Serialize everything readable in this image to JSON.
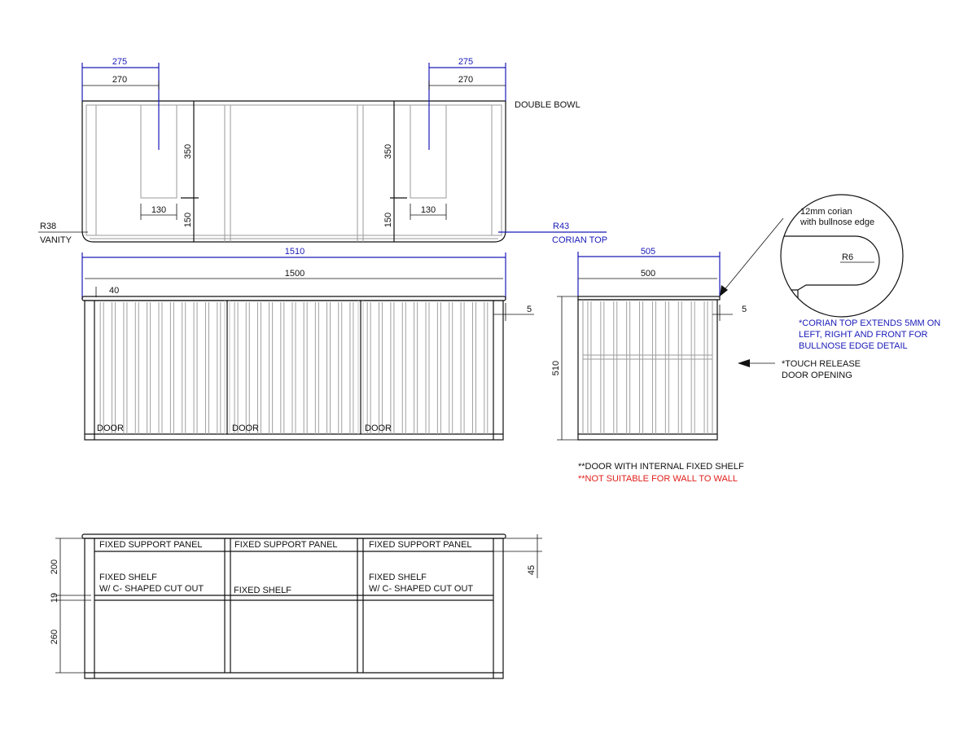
{
  "plan": {
    "dim_left_outer": "275",
    "dim_left_inner": "270",
    "dim_right_outer": "275",
    "dim_right_inner": "270",
    "title": "DOUBLE BOWL",
    "dim_bowl_depth_left": "350",
    "dim_bowl_depth_right": "350",
    "dim_bowl_width_left": "130",
    "dim_bowl_width_right": "130",
    "dim_front_left": "150",
    "dim_front_right": "150",
    "radius_vanity": "R38",
    "vanity_label": "VANITY",
    "radius_top": "R43",
    "top_label": "CORIAN TOP"
  },
  "front": {
    "dim_top_width": "1510",
    "dim_cabinet_width": "1500",
    "dim_inset": "40",
    "dim_top_thickness": "5",
    "door_labels": [
      "DOOR",
      "DOOR",
      "DOOR"
    ]
  },
  "side": {
    "dim_top_depth": "505",
    "dim_cabinet_depth": "500",
    "dim_top_thickness": "5",
    "dim_height": "510",
    "touch_note_line1": "*TOUCH RELEASE",
    "touch_note_line2": "DOOR OPENING"
  },
  "detail": {
    "line1": "12mm corian",
    "line2": "with bullnose edge",
    "radius": "R6",
    "note_line1": "*CORIAN TOP EXTENDS 5MM ON",
    "note_line2": "LEFT, RIGHT AND FRONT FOR",
    "note_line3": "BULLNOSE EDGE DETAIL"
  },
  "notes": {
    "shelf_note": "**DOOR WITH INTERNAL FIXED SHELF",
    "wall_note": "**NOT SUITABLE FOR WALL TO WALL"
  },
  "internal": {
    "panel_labels": [
      "FIXED SUPPORT PANEL",
      "FIXED SUPPORT PANEL",
      "FIXED SUPPORT PANEL"
    ],
    "shelf_left_line1": "FIXED SHELF",
    "shelf_left_line2": "W/ C- SHAPED CUT OUT",
    "shelf_mid": "FIXED SHELF",
    "shelf_right_line1": "FIXED SHELF",
    "shelf_right_line2": "W/ C- SHAPED CUT OUT",
    "dim_upper": "200",
    "dim_shelf": "19",
    "dim_lower": "260",
    "dim_panel": "45"
  },
  "colors": {
    "dimension_blue": "#1a1ab8",
    "warning_red": "#e0201c",
    "line_black": "#111111"
  }
}
